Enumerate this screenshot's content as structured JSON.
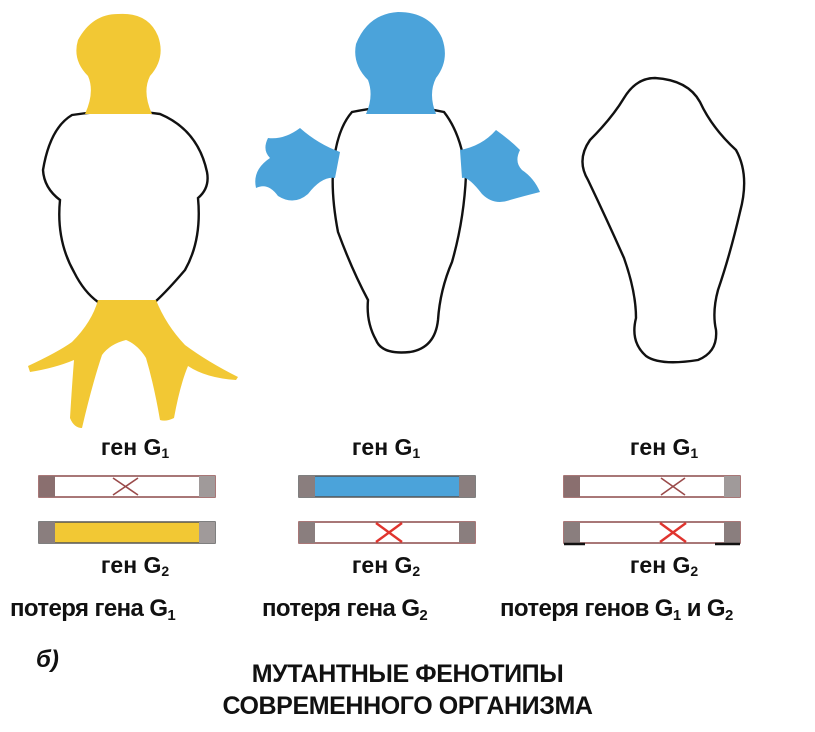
{
  "colors": {
    "yellow_structure": "#F2C834",
    "blue_structure": "#4BA3DA",
    "outline": "#111111",
    "cross": "#E0342E",
    "bar_end": "#8a7e7e"
  },
  "columns": [
    {
      "gene1": {
        "label": "ген G",
        "sub": "1",
        "state": "lost"
      },
      "gene2": {
        "label": "ген G",
        "sub": "2",
        "state": "active"
      },
      "caption": "потеря гена G",
      "caption_sub": "1",
      "caption_tail": ""
    },
    {
      "gene1": {
        "label": "ген G",
        "sub": "1",
        "state": "active"
      },
      "gene2": {
        "label": "ген G",
        "sub": "2",
        "state": "lost"
      },
      "caption": "потеря гена G",
      "caption_sub": "2",
      "caption_tail": ""
    },
    {
      "gene1": {
        "label": "ген G",
        "sub": "1",
        "state": "lost"
      },
      "gene2": {
        "label": "ген G",
        "sub": "2",
        "state": "lost"
      },
      "caption": "потеря генов G",
      "caption_sub": "1",
      "caption_tail": " и G",
      "caption_sub2": "2"
    }
  ],
  "panel_letter": "б)",
  "title_line1": "МУТАНТНЫЕ ФЕНОТИПЫ",
  "title_line2": "СОВРЕМЕННОГО ОРГАНИЗМА"
}
